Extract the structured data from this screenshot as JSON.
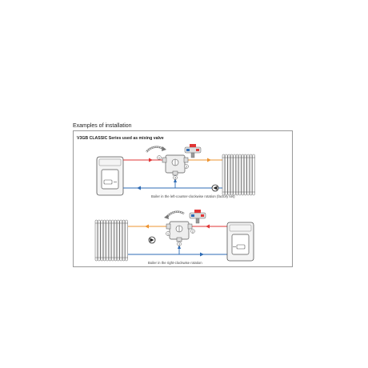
{
  "section": {
    "title": "Examples of installation"
  },
  "panel": {
    "title": "V3GB CLASSIC Series used as mixing valve"
  },
  "diagrams": [
    {
      "caption": "Boiler in the left-counter-clockwise rotation (factory set)",
      "ports": [
        "1",
        "2",
        "3"
      ]
    },
    {
      "caption": "Boiler in the right-clockwise rotation",
      "ports": [
        "1",
        "2",
        "3"
      ]
    }
  ],
  "colors": {
    "supply": "#e03535",
    "return": "#2e6bb5",
    "mixed": "#ee9430",
    "outline": "#555555",
    "fill": "#f4f4f4"
  }
}
